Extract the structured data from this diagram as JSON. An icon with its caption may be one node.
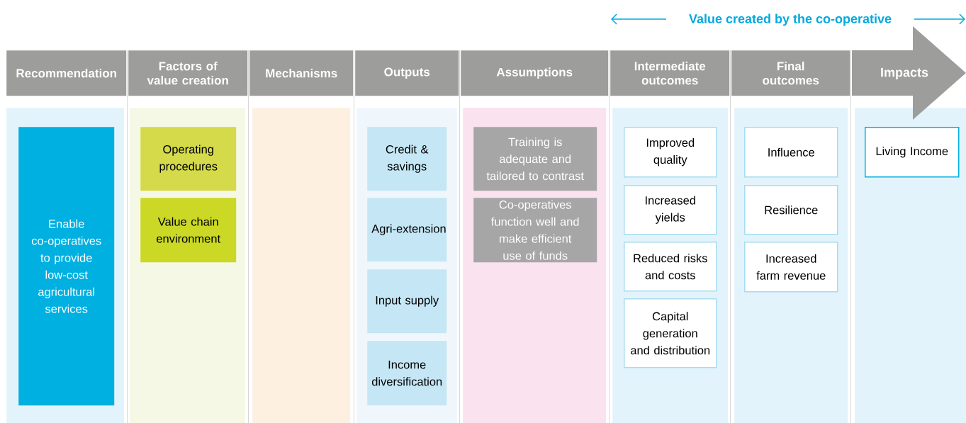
{
  "diagram": {
    "nodes": [
      {
        "text": [
          "Recommendation"
        ]
      },
      {
        "text": [
          "Factors of value creation"
        ]
      },
      {
        "text": [
          "Mechanisms"
        ]
      },
      {
        "text": [
          "Outputs"
        ]
      },
      {
        "text": [
          "Assumptions"
        ]
      },
      {
        "text": [
          "Intermediate outcomes"
        ]
      },
      {
        "text": [
          "Final outcomes"
        ]
      },
      {
        "text": [
          "Impacts"
        ]
      },
      {
        "text": [],
        "shape": "box"
      },
      {
        "text": [
          "Enable co-operatives to provide low-cost agricultural services"
        ],
        "in": 8
      },
      {
        "text": [],
        "shape": "box"
      },
      {
        "text": [
          "Operating procedures"
        ],
        "in": 10
      },
      {
        "text": [
          "Value chain environment"
        ],
        "in": 10
      },
      {
        "text": [],
        "shape": "box"
      },
      {
        "text": [],
        "shape": "box"
      },
      {
        "text": [
          "Credit & savings"
        ],
        "in": 14
      },
      {
        "text": [
          "Agri-extension"
        ],
        "in": 14
      },
      {
        "text": [
          "Input supply"
        ],
        "in": 14
      },
      {
        "text": [
          "Income diversification"
        ],
        "in": 14
      },
      {
        "text": [],
        "shape": "box"
      },
      {
        "text": [
          "Training is adequate and tailored to contrast"
        ],
        "in": 19
      },
      {
        "text": [
          "Co-operatives function well and make efficient use of funds"
        ],
        "in": 19
      },
      {
        "text": [],
        "shape": "box"
      },
      {
        "text": [
          "Improved quality"
        ],
        "in": 22
      },
      {
        "text": [
          "Increased yields"
        ],
        "in": 22
      },
      {
        "text": [
          "Reduced risks and costs"
        ],
        "in": 22
      },
      {
        "text": [
          "Capital generation and distribution"
        ],
        "in": 22
      },
      {
        "text": [],
        "shape": "box"
      },
      {
        "text": [
          "Influence"
        ],
        "in": 27
      },
      {
        "text": [
          "Resilience"
        ],
        "in": 27
      },
      {
        "text": [
          "Increased farm revenue"
        ],
        "in": 27
      },
      {
        "text": [],
        "shape": "box"
      },
      {
        "text": [
          "Living Income"
        ],
        "in": 31
      }
    ],
    "edges": [],
    "labels": [
      "Value created by the co-operative"
    ]
  }
}
